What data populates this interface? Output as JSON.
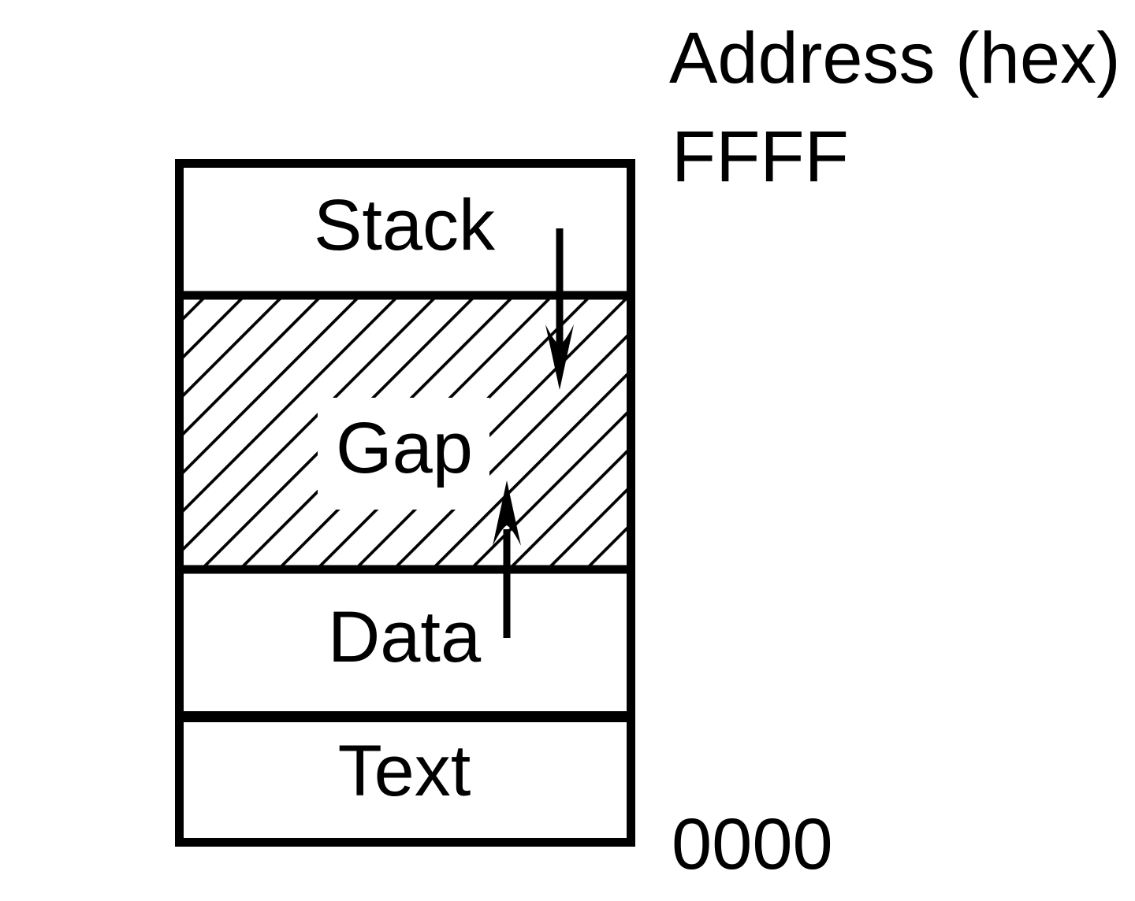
{
  "diagram": {
    "address_axis_title": "Address (hex)",
    "address_top": "FFFF",
    "address_bottom": "0000",
    "sections": [
      {
        "label": "Stack",
        "fill": "plain"
      },
      {
        "label": "Gap",
        "fill": "hatched"
      },
      {
        "label": "Data",
        "fill": "plain"
      },
      {
        "label": "Text",
        "fill": "plain"
      }
    ],
    "arrows": [
      {
        "id": "stack-growth",
        "direction": "down"
      },
      {
        "id": "data-growth",
        "direction": "up"
      }
    ],
    "colors": {
      "ink": "#000000",
      "background": "#ffffff"
    }
  }
}
